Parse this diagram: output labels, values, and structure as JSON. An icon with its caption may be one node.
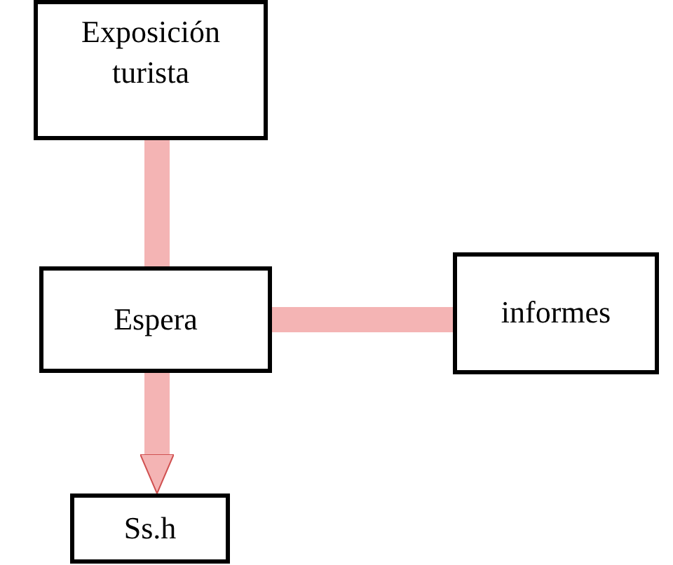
{
  "diagram": {
    "nodes": [
      {
        "text": [
          "Exposición turista"
        ]
      },
      {
        "text": [
          "Espera"
        ]
      },
      {
        "text": [
          "informes"
        ]
      },
      {
        "text": [
          "Ss.h"
        ]
      }
    ],
    "edges": [
      {
        "from": 0,
        "to": 1,
        "arrow": "none"
      },
      {
        "from": 1,
        "to": 2,
        "arrow": "none"
      },
      {
        "from": 1,
        "to": 3,
        "arrow": "to"
      }
    ]
  }
}
